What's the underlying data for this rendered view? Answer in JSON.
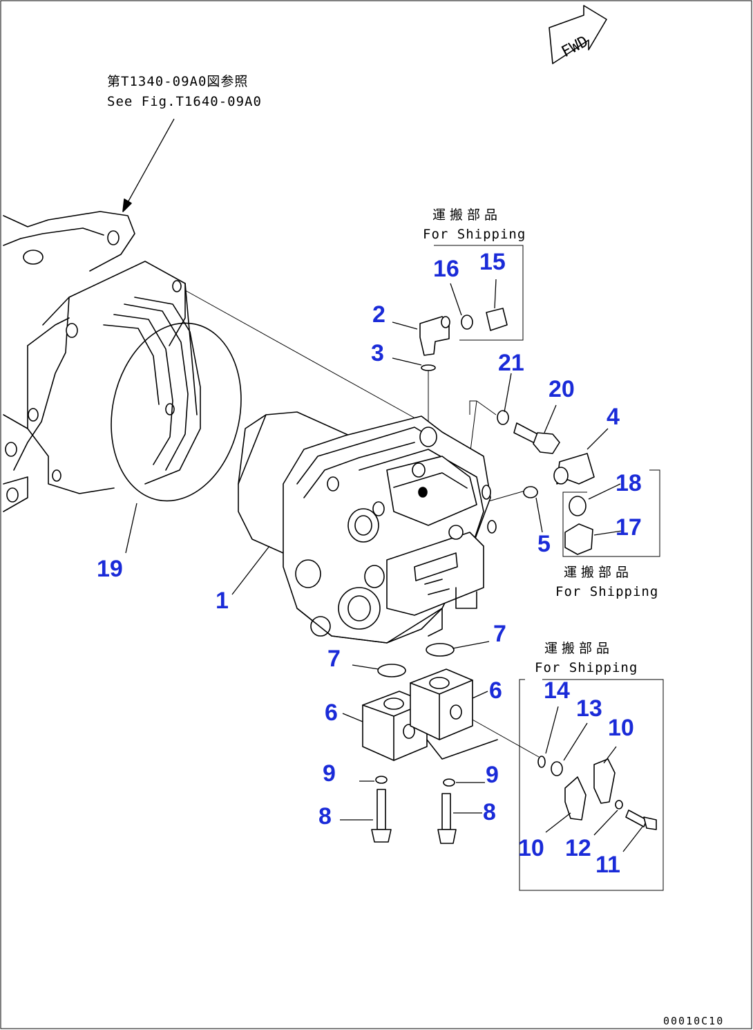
{
  "reference_note": {
    "line1": "第T1340-09A0図参照",
    "line2": "See Fig.T1640-09A0"
  },
  "direction_label": "FWD",
  "shipping_groups": [
    {
      "jp": "運搬部品",
      "en": "For Shipping"
    },
    {
      "jp": "運搬部品",
      "en": "For Shipping"
    },
    {
      "jp": "運搬部品",
      "en": "For Shipping"
    }
  ],
  "callouts": [
    {
      "id": "1",
      "text": "1"
    },
    {
      "id": "2",
      "text": "2"
    },
    {
      "id": "3",
      "text": "3"
    },
    {
      "id": "4",
      "text": "4"
    },
    {
      "id": "5",
      "text": "5"
    },
    {
      "id": "6a",
      "text": "6"
    },
    {
      "id": "6b",
      "text": "6"
    },
    {
      "id": "7a",
      "text": "7"
    },
    {
      "id": "7b",
      "text": "7"
    },
    {
      "id": "8a",
      "text": "8"
    },
    {
      "id": "8b",
      "text": "8"
    },
    {
      "id": "9a",
      "text": "9"
    },
    {
      "id": "9b",
      "text": "9"
    },
    {
      "id": "10a",
      "text": "10"
    },
    {
      "id": "10b",
      "text": "10"
    },
    {
      "id": "11",
      "text": "11"
    },
    {
      "id": "12",
      "text": "12"
    },
    {
      "id": "13",
      "text": "13"
    },
    {
      "id": "14",
      "text": "14"
    },
    {
      "id": "15",
      "text": "15"
    },
    {
      "id": "16",
      "text": "16"
    },
    {
      "id": "17",
      "text": "17"
    },
    {
      "id": "18",
      "text": "18"
    },
    {
      "id": "19",
      "text": "19"
    },
    {
      "id": "20",
      "text": "20"
    },
    {
      "id": "21",
      "text": "21"
    }
  ],
  "drawing_code": "00010C10"
}
